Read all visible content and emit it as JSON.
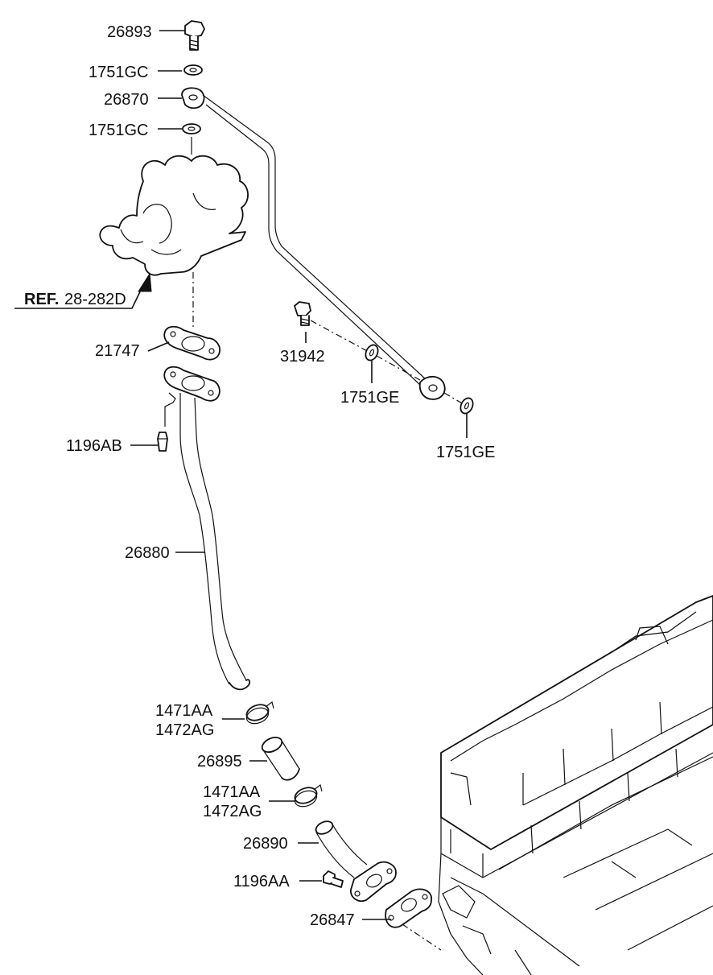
{
  "labels": {
    "p26893": "26893",
    "p1751gc_a": "1751GC",
    "p26870": "26870",
    "p1751gc_b": "1751GC",
    "ref_bold": "REF.",
    "ref_num": "28-282D",
    "p21747": "21747",
    "p31942": "31942",
    "p1751ge_a": "1751GE",
    "p1751ge_b": "1751GE",
    "p1196ab": "1196AB",
    "p26880": "26880",
    "p1471aa_a": "1471AA",
    "p1472ag_a": "1472AG",
    "p26895": "26895",
    "p1471aa_b": "1471AA",
    "p1472ag_b": "1472AG",
    "p26890": "26890",
    "p1196aa": "1196AA",
    "p26847": "26847"
  }
}
